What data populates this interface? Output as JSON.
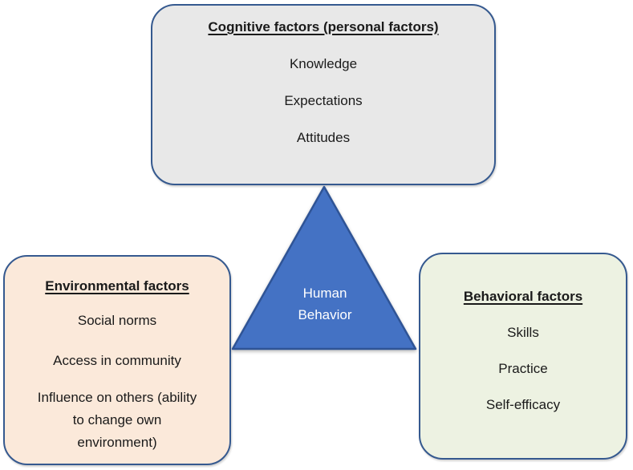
{
  "diagram": {
    "type": "triadic-reciprocal-determinism",
    "boxes": [
      {
        "id": "cognitive",
        "title": "Cognitive factors (personal factors)",
        "items": [
          "Knowledge",
          "Expectations",
          "Attitudes"
        ]
      },
      {
        "id": "environmental",
        "title": "Environmental factors",
        "items": [
          "Social norms",
          "Access in community",
          "Influence on others (ability to change own environment)"
        ]
      },
      {
        "id": "behavioral",
        "title": "Behavioral factors",
        "items": [
          "Skills",
          "Practice",
          "Self-efficacy"
        ]
      }
    ],
    "center": {
      "label_line1": "Human",
      "label_line2": "Behavior"
    },
    "colors": {
      "cognitive_fill": "#e8e8e8",
      "environmental_fill": "#fbe9da",
      "behavioral_fill": "#edf2e2",
      "box_border": "#35598f",
      "triangle_fill": "#4472c4",
      "triangle_border": "#2f5496",
      "triangle_text": "#ffffff",
      "text": "#1a1a1a",
      "background": "#ffffff"
    }
  }
}
